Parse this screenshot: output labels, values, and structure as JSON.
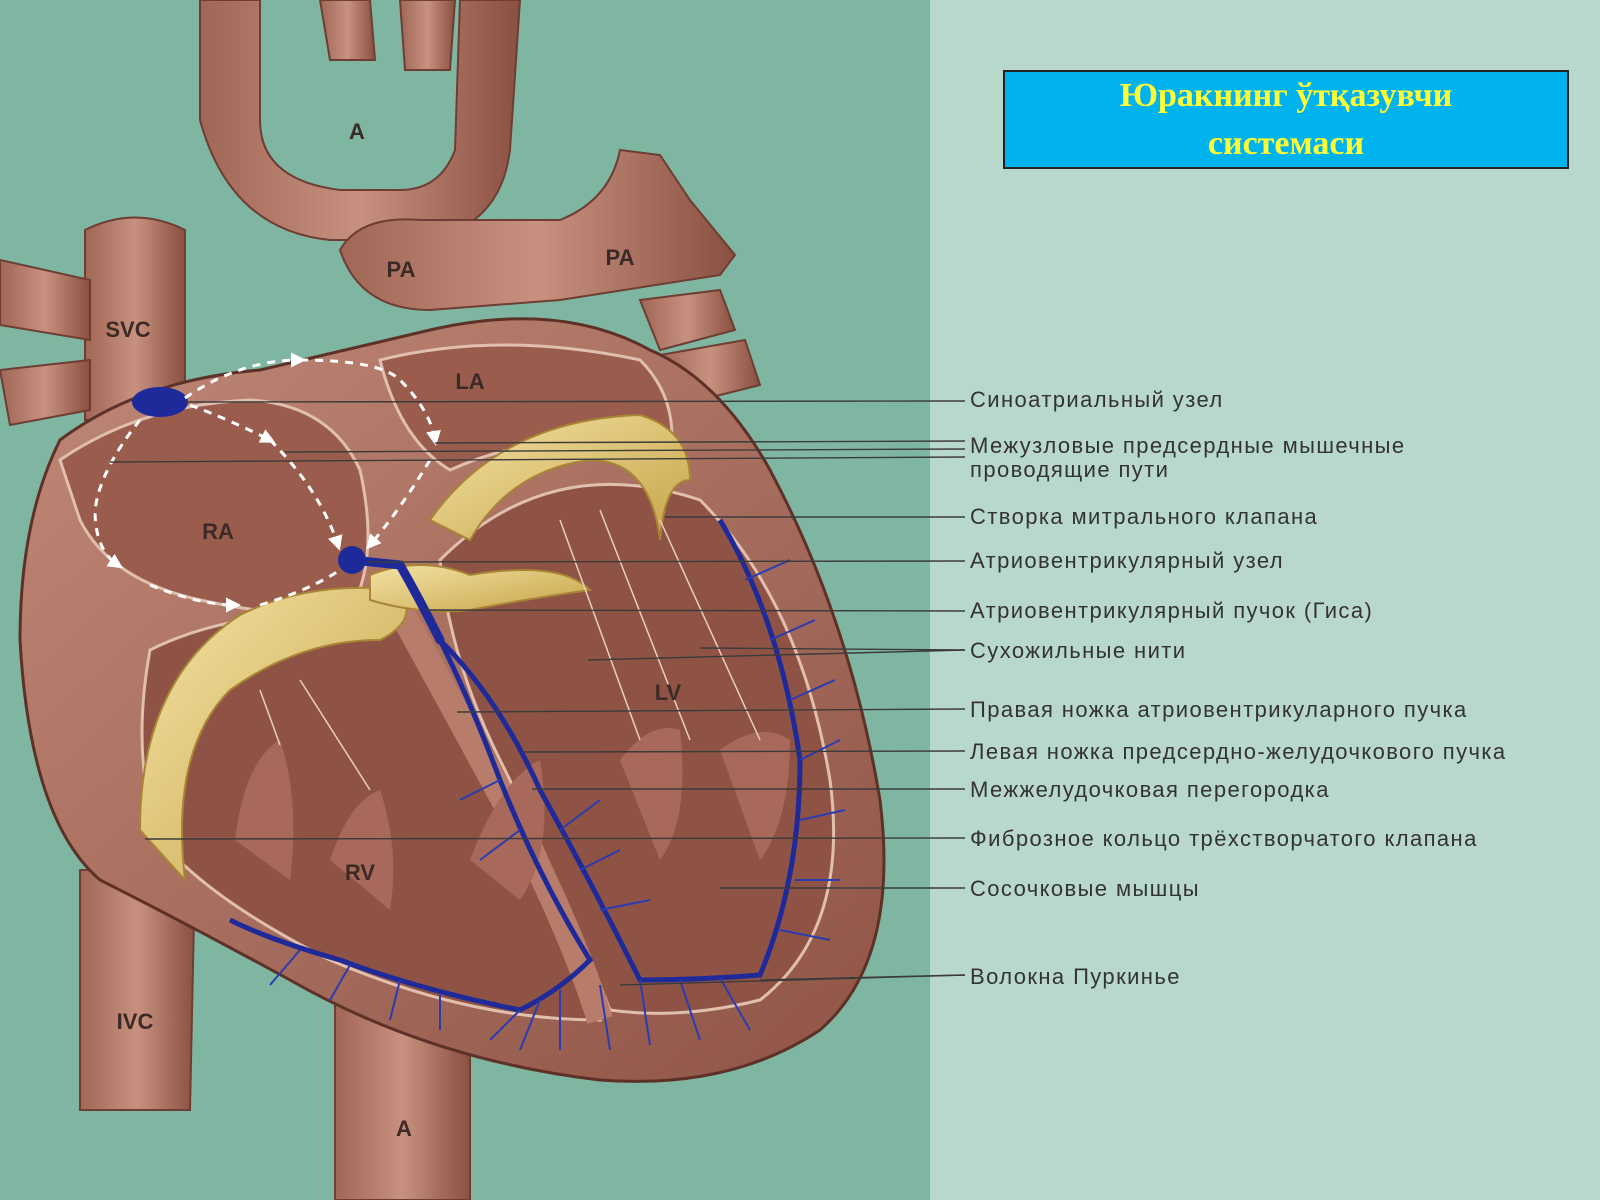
{
  "title": "Юракнинг ўтқазувчи\nсистемаси",
  "region_labels": {
    "aorta_top": "A",
    "svc": "SVC",
    "pa_left": "PA",
    "pa_right": "PA",
    "la": "LA",
    "ra": "RA",
    "lv": "LV",
    "rv": "RV",
    "ivc": "IVC",
    "aorta_bottom": "A"
  },
  "callouts": [
    "Синоатриальный узел",
    "Межузловые предсердные мышечные\n              проводящие пути",
    "Створка митрального клапана",
    "Атриовентрикулярный узел",
    "Атриовентрикулярный пучок (Гиса)",
    "Сухожильные нити",
    "Правая ножка атриовентрикуларного пучка",
    "Левая ножка предсердно-желудочкового пучка",
    "Межжелудочковая перегородка",
    "Фиброзное кольцо трёхстворчатого клапана",
    "Сосочковые мышцы",
    "Волокна Пуркинье"
  ],
  "colors": {
    "background_left": "#7fb6a2",
    "background_right": "#b9d8cc",
    "title_box": "#00b3ee",
    "title_text": "#ffff33",
    "muscle": "#a6695a",
    "valve": "#e2c56a",
    "conduction": "#1f2a9a"
  }
}
